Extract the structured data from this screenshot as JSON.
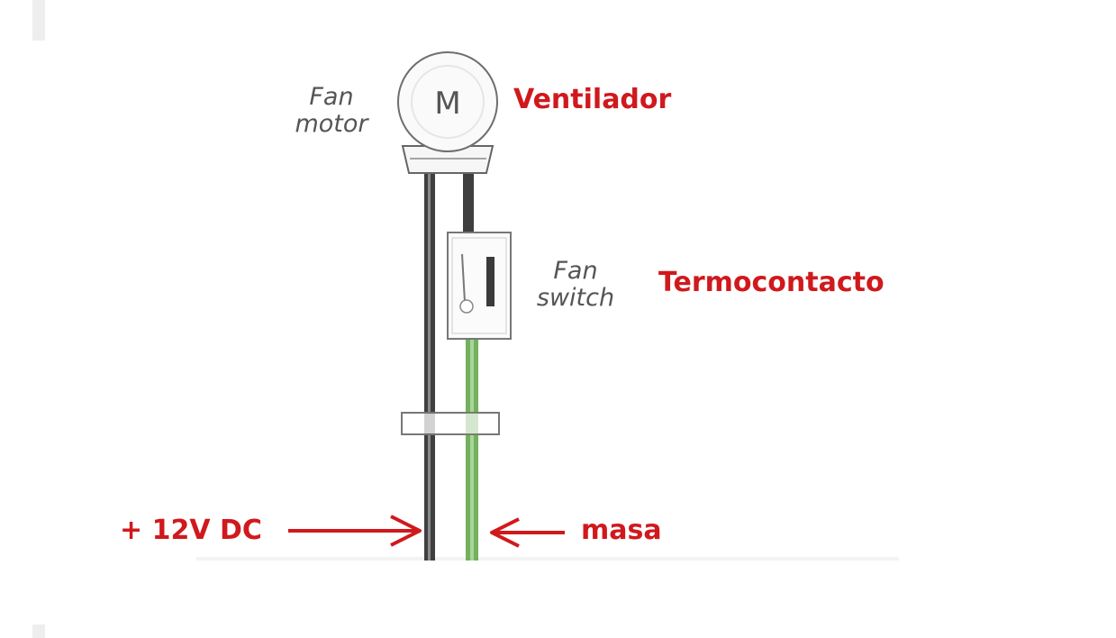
{
  "labels": {
    "fan_motor": {
      "line1": "Fan",
      "line2": "motor"
    },
    "motor_symbol": "M",
    "fan_switch": {
      "line1": "Fan",
      "line2": "switch"
    },
    "ventilador": "Ventilador",
    "termocontacto": "Termocontacto",
    "positive": "+ 12V DC",
    "masa": "masa"
  },
  "colors": {
    "annotation_red": "#d0191d",
    "wire_dark": "#3f3f3f",
    "wire_green": "#72b15e",
    "drawing_gray": "#555555"
  }
}
